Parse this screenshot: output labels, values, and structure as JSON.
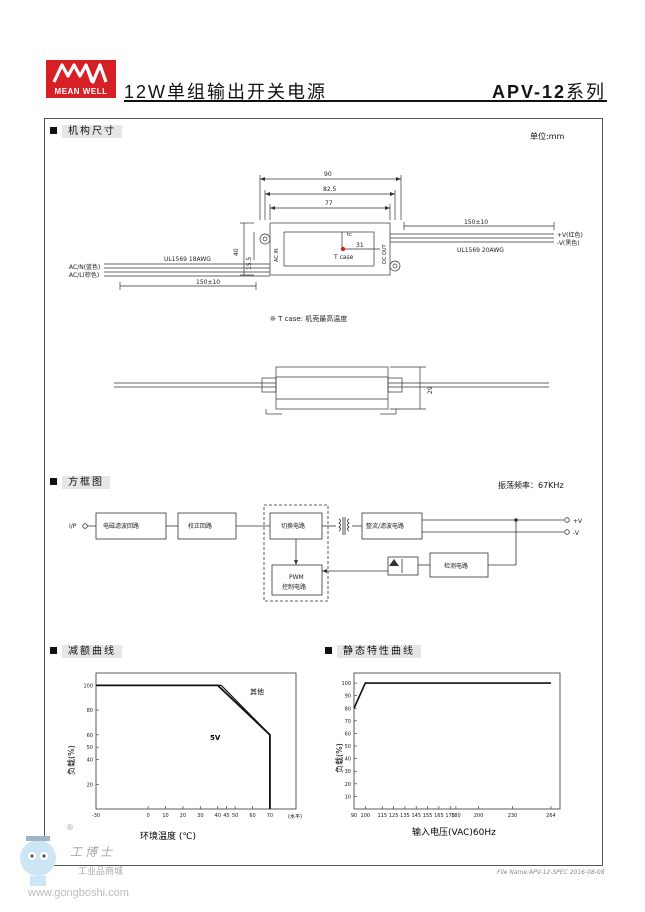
{
  "header": {
    "brand": "MEAN WELL",
    "title": "12W单组输出开关电源",
    "series_model": "APV-12",
    "series_suffix": "系列"
  },
  "mechanical": {
    "section_title": "机构尺寸",
    "unit": "单位:mm",
    "dim_90": "90",
    "dim_82_5": "82.5",
    "dim_77": "77",
    "dim_40": "40",
    "dim_15_5": "15.5",
    "dim_31": "31",
    "dim_150_out": "150±10",
    "dim_150_in": "150±10",
    "dim_29": "29",
    "cable_in": "UL1569  18AWG",
    "cable_out": "UL1569  20AWG",
    "acn": "AC/N(蓝色)",
    "acl": "AC/L(棕色)",
    "vplus": "+V(红色)",
    "vminus": "-V(黑色)",
    "ac_in_label": "AC IN",
    "dc_out_label": "DC OUT",
    "tc_mark": "tc",
    "tcase_label": "T case",
    "tcase_note": "❊ T case: 机壳最高温度"
  },
  "block": {
    "section_title": "方框图",
    "osc": "振荡频率：67KHz",
    "ip": "I/P",
    "emi": "电磁滤波回路",
    "rect": "校正回路",
    "switch": "切换电路",
    "rect_filter": "整流/滤波电路",
    "pwm": "PWM",
    "pwm_sub": "控制电路",
    "detect": "检测电路",
    "out_plus": "+V",
    "out_minus": "-V"
  },
  "derating": {
    "section_title": "减额曲线",
    "ylabel": "负载(%)",
    "xlabel": "环境温度 (℃)",
    "xunit": "(水平)",
    "label_other": "其他",
    "label_5v": "5V"
  },
  "static": {
    "section_title": "静态特性曲线",
    "ylabel": "负载(%)",
    "xlabel": "输入电压(VAC)60Hz"
  },
  "chart_data": [
    {
      "type": "line",
      "x": [
        -30,
        40,
        70,
        70
      ],
      "xticks": [
        -30,
        0,
        10,
        20,
        30,
        40,
        45,
        50,
        60,
        70
      ],
      "yticks": [
        20,
        40,
        50,
        60,
        80,
        100
      ],
      "xlim": [
        -30,
        85
      ],
      "ylim": [
        0,
        110
      ],
      "series": [
        {
          "name": "其他",
          "x": [
            -30,
            42,
            70,
            70
          ],
          "values": [
            100,
            100,
            60,
            0
          ]
        },
        {
          "name": "5V",
          "x": [
            -30,
            40,
            70,
            70
          ],
          "values": [
            100,
            100,
            60,
            0
          ]
        }
      ]
    },
    {
      "type": "line",
      "x": [
        90,
        100,
        264
      ],
      "xticks": [
        90,
        100,
        115,
        125,
        135,
        145,
        155,
        165,
        175,
        180,
        200,
        230,
        264
      ],
      "yticks": [
        10,
        20,
        30,
        40,
        50,
        60,
        70,
        80,
        90,
        100
      ],
      "xlim": [
        90,
        272
      ],
      "ylim": [
        0,
        108
      ],
      "series": [
        {
          "x": [
            90,
            100,
            264
          ],
          "values": [
            80,
            100,
            100
          ]
        }
      ]
    }
  ],
  "footer": {
    "file": "File Name:APV-12-SPEC  2016-08-08"
  },
  "watermark": {
    "reg": "®",
    "name": "工博士",
    "tag": "工业品商城",
    "site": "www.gongboshi.com"
  },
  "colors": {
    "brand_red": "#d71f26",
    "curve": "#111111",
    "axis_tick": "#3a5ba8"
  }
}
